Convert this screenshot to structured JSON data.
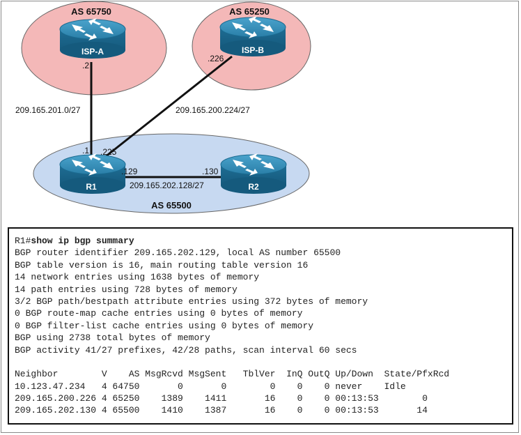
{
  "diagram": {
    "as_labels": {
      "isp_a": "AS 65750",
      "isp_b": "AS 65250",
      "core": "AS 65500"
    },
    "routers": {
      "isp_a": "ISP-A",
      "isp_b": "ISP-B",
      "r1": "R1",
      "r2": "R2"
    },
    "interfaces": {
      "isp_a": ".2",
      "isp_b": ".226",
      "r1_to_a": ".1",
      "r1_to_b": ".225",
      "r1_to_r2": ".129",
      "r2_to_r1": ".130"
    },
    "subnets": {
      "a_r1": "209.165.201.0/27",
      "b_r1": "209.165.200.224/27",
      "r1_r2": "209.165.202.128/27"
    },
    "colors": {
      "external_as_fill": "#f4b8b8",
      "internal_as_fill": "#c7d9f1",
      "router_fill": "#2a7fa8"
    }
  },
  "console": {
    "prompt": "R1#",
    "command": "show ip bgp summary",
    "info_lines": [
      "BGP router identifier 209.165.202.129, local AS number 65500",
      "BGP table version is 16, main routing table version 16",
      "14 network entries using 1638 bytes of memory",
      "14 path entries using 728 bytes of memory",
      "3/2 BGP path/bestpath attribute entries using 372 bytes of memory",
      "0 BGP route-map cache entries using 0 bytes of memory",
      "0 BGP filter-list cache entries using 0 bytes of memory",
      "BGP using 2738 total bytes of memory",
      "BGP activity 41/27 prefixes, 42/28 paths, scan interval 60 secs"
    ],
    "table_header": "Neighbor        V    AS MsgRcvd MsgSent   TblVer  InQ OutQ Up/Down  State/PfxRcd",
    "table_rows": [
      "10.123.47.234   4 64750       0       0        0    0    0 never    Idle",
      "209.165.200.226 4 65250    1389    1411       16    0    0 00:13:53        0",
      "209.165.202.130 4 65500    1410    1387       16    0    0 00:13:53       14"
    ]
  }
}
